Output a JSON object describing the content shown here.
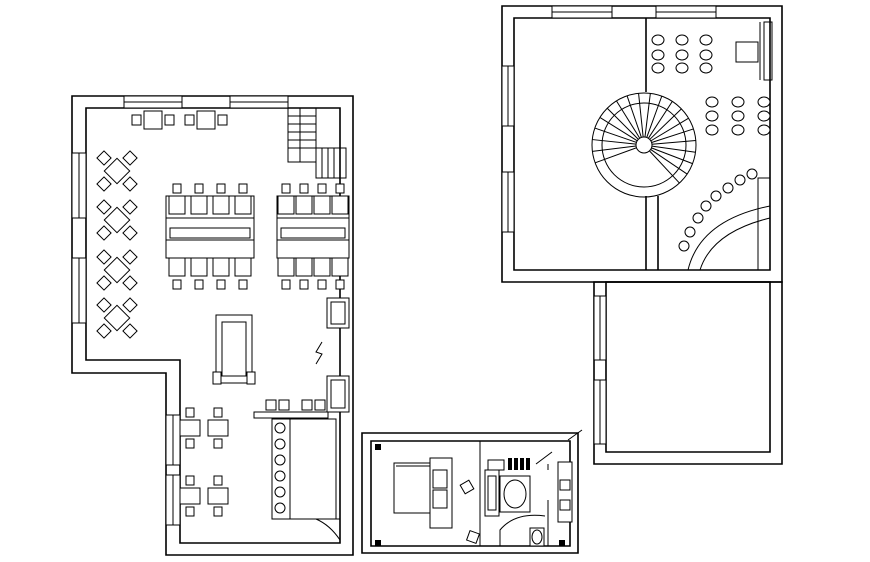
{
  "drawing": {
    "kind": "architectural floor plan",
    "line_color": "#000000",
    "background": "#ffffff",
    "labels_printed": []
  },
  "areas": [
    {
      "name": "restaurant-dining"
    },
    {
      "name": "bar-counter"
    },
    {
      "name": "bedroom-suite"
    },
    {
      "name": "upper-lounge-with-spiral-stair"
    },
    {
      "name": "empty-room"
    }
  ]
}
